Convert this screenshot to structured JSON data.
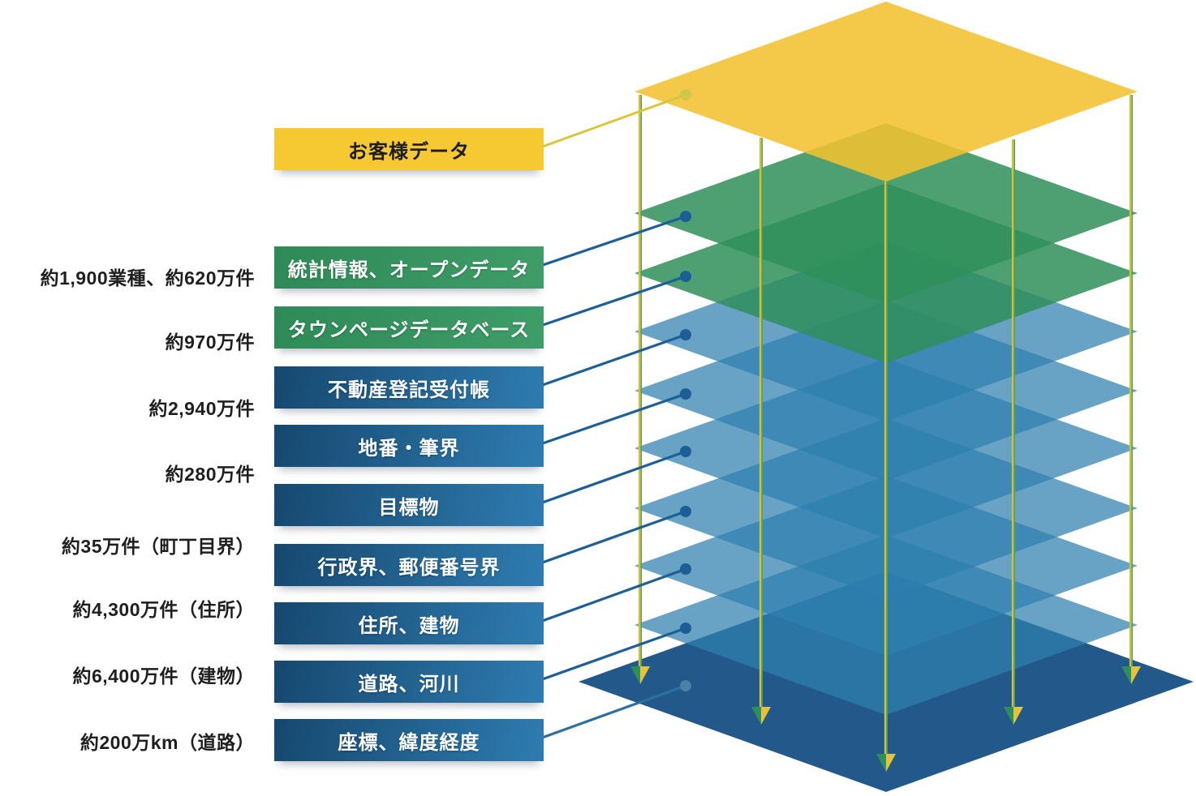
{
  "boxes": [
    {
      "label": "お客様データ",
      "type": "yellow"
    },
    {
      "label": "統計情報、オープンデータ",
      "type": "green"
    },
    {
      "label": "タウンページデータベース",
      "type": "green"
    },
    {
      "label": "不動産登記受付帳",
      "type": "blue"
    },
    {
      "label": "地番・筆界",
      "type": "blue"
    },
    {
      "label": "目標物",
      "type": "blue"
    },
    {
      "label": "行政界、郵便番号界",
      "type": "blue"
    },
    {
      "label": "住所、建物",
      "type": "blue"
    },
    {
      "label": "道路、河川",
      "type": "blue"
    },
    {
      "label": "座標、緯度経度",
      "type": "blue"
    }
  ],
  "count_labels": [
    "約1,900業種、約620万件",
    "約970万件",
    "約2,940万件",
    "約280万件",
    "約35万件（町丁目界）",
    "約4,300万件（住所）",
    "約6,400万件（建物）",
    "約200万km（道路）"
  ],
  "layers": [
    {
      "name": "お客様データ",
      "color_type": "yellow"
    },
    {
      "name": "統計情報、オープンデータ",
      "color_type": "green"
    },
    {
      "name": "タウンページデータベース",
      "color_type": "green"
    },
    {
      "name": "不動産登記受付帳",
      "color_type": "blue"
    },
    {
      "name": "地番・筆界",
      "color_type": "blue"
    },
    {
      "name": "目標物",
      "color_type": "blue"
    },
    {
      "name": "行政界、郵便番号界",
      "color_type": "blue"
    },
    {
      "name": "住所、建物",
      "color_type": "blue"
    },
    {
      "name": "道路、河川",
      "color_type": "blue"
    },
    {
      "name": "座標、緯度経度",
      "color_type": "bottom"
    }
  ],
  "colors": {
    "background": "#ffffff",
    "layer_yellow": "rgba(242,194,49,0.88)",
    "layer_green": "rgba(47,143,90,0.85)",
    "layer_blue": "rgba(46,127,174,0.72)",
    "layer_bottom": "rgba(27,84,134,0.97)",
    "connector_blue": "#1d6098",
    "connector_blue_on_dark": "#2d6fa2",
    "connector_yellow": "#d8c63a",
    "vline_yellow": "#d3c138",
    "vline_green": "#52a057",
    "arrow_green": "#2e8f5c",
    "arrow_yellow": "#e6c23c",
    "dot_dark_blue": "#1c5e95",
    "dot_light_blue": "#4a81aa",
    "dot_yellow": "#d0c74a",
    "box_dot_light": "#6290ad",
    "label_text": "#1f1f1f"
  }
}
